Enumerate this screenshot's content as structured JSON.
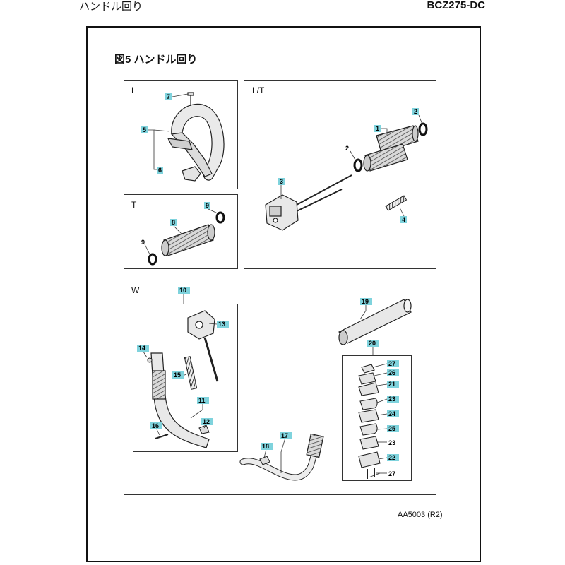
{
  "header": {
    "left": "ハンドル回り",
    "right": "BCZ275-DC"
  },
  "figure_title": "図5 ハンドル回り",
  "panels": {
    "L": "L",
    "LT": "L/T",
    "T": "T",
    "W": "W"
  },
  "footer": "AA5003 (R2)",
  "callouts": {
    "p7": "7",
    "p5": "5",
    "p6": "6",
    "p1": "1",
    "p2a": "2",
    "p2b": "2",
    "p3": "3",
    "p4": "4",
    "p9a": "9",
    "p8": "8",
    "p9b": "9",
    "p10": "10",
    "p13": "13",
    "p14": "14",
    "p15": "15",
    "p11": "11",
    "p12": "12",
    "p16": "16",
    "p19": "19",
    "p17": "17",
    "p18": "18",
    "p20": "20",
    "k27a": "27",
    "k26": "26",
    "k21": "21",
    "k23a": "23",
    "k24": "24",
    "k25": "25",
    "k23b": "23",
    "k22": "22",
    "k27b": "27"
  },
  "colors": {
    "callout_fill": "#7fd3dd",
    "line": "#222222",
    "part_fill": "#e8e8e8"
  }
}
